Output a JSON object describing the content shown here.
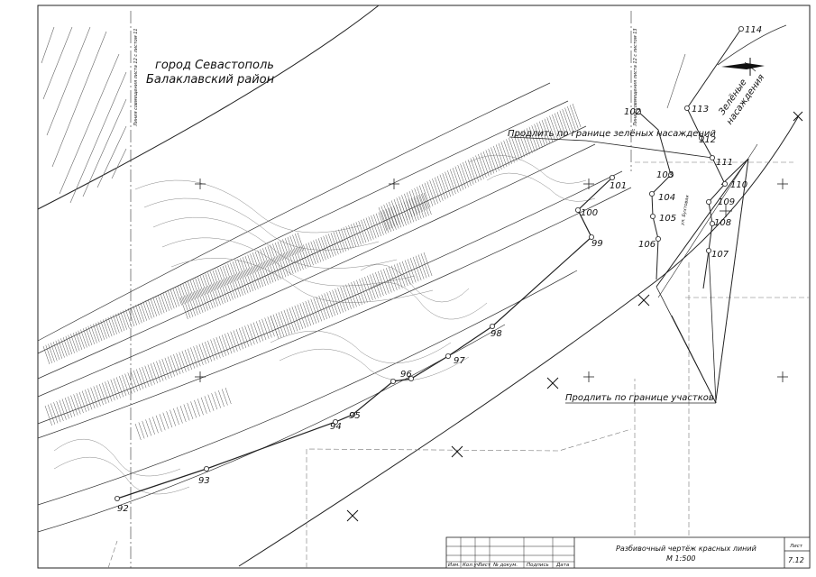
{
  "city_label": {
    "line1": "город Севастополь",
    "line2": "Балаклавский район"
  },
  "notes": {
    "green_zone": "Продлить по границе зелёных насаждений",
    "parcels": "Продлить по границе участков",
    "green_area_line1": "Зелёные",
    "green_area_line2": "насаждения"
  },
  "sheet_match": {
    "left": "Линия совмещения листа 12 с листом 11",
    "right": "Линия совмещения листа 12 с листом 13",
    "street": "ул. Бухтовая"
  },
  "points": {
    "p92": "92",
    "p93": "93",
    "p94": "94",
    "p95": "95",
    "p96": "96",
    "p97": "97",
    "p98": "98",
    "p99": "99",
    "p100": "100",
    "p101": "101",
    "p102": "102",
    "p103": "103",
    "p104": "104",
    "p105": "105",
    "p106": "106",
    "p107": "107",
    "p108": "108",
    "p109": "109",
    "p110": "110",
    "p111": "111",
    "p112": "112",
    "p113": "113",
    "p114": "114"
  },
  "title_block": {
    "headers": [
      "Изм.",
      "Кол.уч",
      "Лист",
      "№ докум.",
      "Подпись",
      "Дата"
    ],
    "title": "Разбивочный чертёж красных линий",
    "scale": "М 1:500",
    "sheet_label": "Лист",
    "sheet_no": "7.12"
  }
}
